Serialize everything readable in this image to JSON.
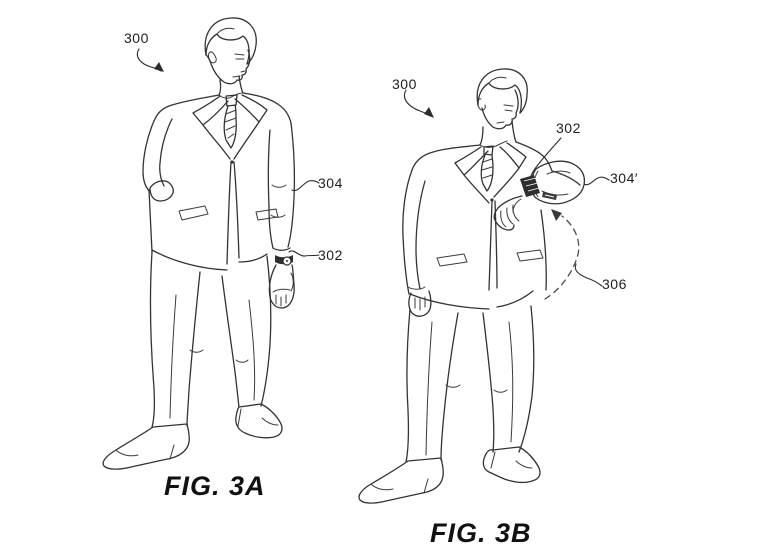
{
  "page": {
    "background": "#ffffff",
    "ink": "#333333",
    "label_color": "#1f1f1f"
  },
  "figures": [
    {
      "caption": "FIG. 3A",
      "labels": {
        "person": "300",
        "wearable": "302",
        "sleeve": "304"
      }
    },
    {
      "caption": "FIG. 3B",
      "labels": {
        "person": "300",
        "wearable": "302",
        "sleeve": "304′",
        "motion": "306"
      }
    }
  ]
}
